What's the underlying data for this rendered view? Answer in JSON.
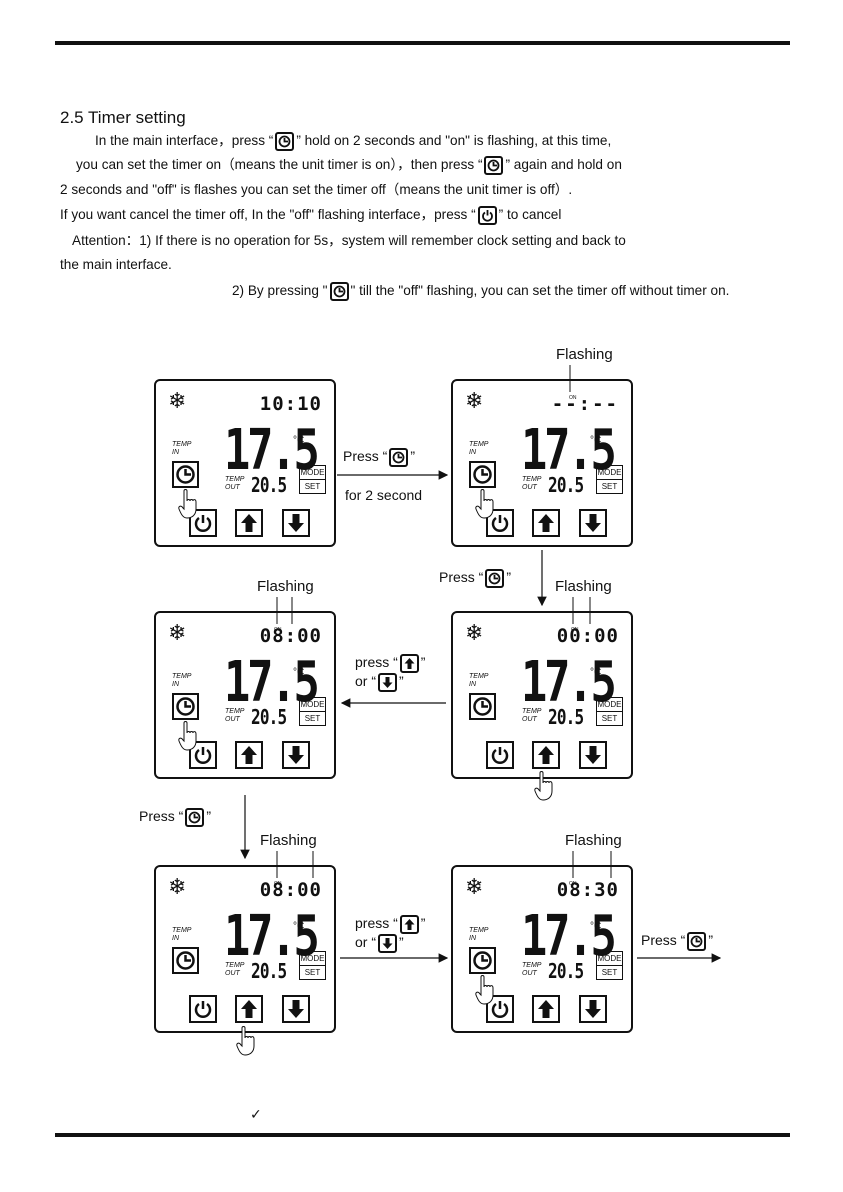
{
  "section": {
    "title": "2.5 Timer setting"
  },
  "paragraphs": {
    "p1a": "In the main interface，press “",
    "p1b": "” hold on 2 seconds and \"on\" is flashing, at this time,",
    "p2a": "you can set the timer on（means the unit timer is on），then  press “",
    "p2b": "” again and hold on",
    "p3": "2 seconds and \"off\" is flashes you can set the timer off（means the unit timer is off）.",
    "p4a": "If you want cancel the timer off, In the \"off\" flashing  interface，press “",
    "p4b": "”  to  cancel",
    "p5": "Attention：1) If there is no operation for 5s，system will remember clock setting  and back to",
    "p6": "the main interface.",
    "p7a": "2) By pressing \"",
    "p7b": "\" till the \"off\" flashing, you can set the timer off without timer on."
  },
  "panels": [
    {
      "clock": "10:10",
      "on_label": "",
      "temp": "17.5",
      "unit": "°C",
      "temp_out": "20.5"
    },
    {
      "clock": "--:--",
      "on_label": "ON",
      "temp": "17.5",
      "unit": "°C",
      "temp_out": "20.5"
    },
    {
      "clock": "08:00",
      "on_label": "ON",
      "temp": "17.5",
      "unit": "°C",
      "temp_out": "20.5"
    },
    {
      "clock": "00:00",
      "on_label": "ON",
      "temp": "17.5",
      "unit": "°C",
      "temp_out": "20.5"
    },
    {
      "clock": "08:00",
      "on_label": "ON",
      "temp": "17.5",
      "unit": "°C",
      "temp_out": "20.5"
    },
    {
      "clock": "08:30",
      "on_label": "ON",
      "temp": "17.5",
      "unit": "°C",
      "temp_out": "20.5"
    }
  ],
  "panel_labels": {
    "temp_in_1": "TEMP",
    "temp_in_2": "IN",
    "temp_out_1": "TEMP",
    "temp_out_2": "OUT",
    "mode": "MODE",
    "set": "SET"
  },
  "annotations": {
    "flashing": "Flashing",
    "press_open": "Press “",
    "press_close": "”",
    "for_2_second": "for 2 second",
    "press_lower_open": "press “",
    "or_open": "or “",
    "close_quote": "”"
  },
  "footer_mark": "✓"
}
